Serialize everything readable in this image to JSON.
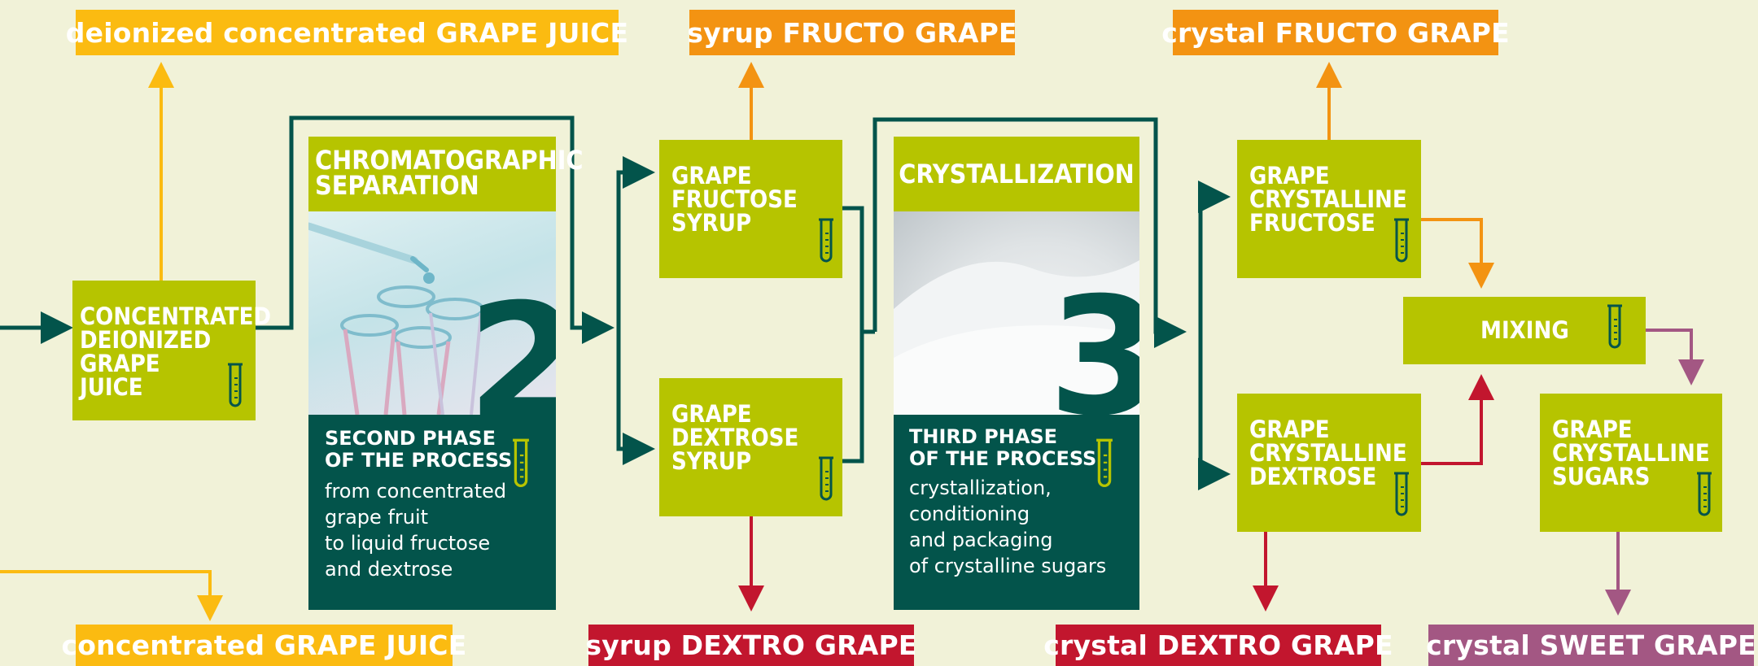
{
  "colors": {
    "background": "#f1f2d8",
    "lime": "#b6c400",
    "teal": "#03544b",
    "yellow": "#fbbb11",
    "orange": "#f39312",
    "red": "#c2162e",
    "purple": "#a35783"
  },
  "outputs": {
    "deionized_juice": "deionized concentrated GRAPE JUICE",
    "syrup_fructo": "syrup FRUCTO GRAPE",
    "crystal_fructo": "crystal FRUCTO GRAPE",
    "concentrated_juice": "concentrated GRAPE JUICE",
    "syrup_dextro": "syrup DEXTRO GRAPE",
    "crystal_dextro": "crystal DEXTRO GRAPE",
    "crystal_sweet": "crystal SWEET GRAPE"
  },
  "nodes": {
    "concentrated_deionized": "CONCENTRATED\nDEIONIZED\nGRAPE\nJUICE",
    "fructose_syrup": "GRAPE\nFRUCTOSE\nSYRUP",
    "dextrose_syrup": "GRAPE\nDEXTROSE\nSYRUP",
    "crystalline_fructose": "GRAPE\nCRYSTALLINE\nFRUCTOSE",
    "crystalline_dextrose": "GRAPE\nCRYSTALLINE\nDEXTROSE",
    "mixing": "MIXING",
    "crystalline_sugars": "GRAPE\nCRYSTALLINE\nSUGARS"
  },
  "phase2": {
    "heading": "CHROMATOGRAPHIC\nSEPARATION",
    "number": "2",
    "title": "SECOND PHASE\nOF THE PROCESS",
    "text": "from concentrated\ngrape fruit\nto liquid fructose\nand dextrose",
    "image_icon": "test-tubes-photo"
  },
  "phase3": {
    "heading": "CRYSTALLIZATION",
    "number": "3",
    "title": "THIRD PHASE\nOF THE PROCESS",
    "text": "crystallization,\nconditioning\nand packaging\nof crystalline sugars",
    "image_icon": "sugar-crystals-photo"
  }
}
